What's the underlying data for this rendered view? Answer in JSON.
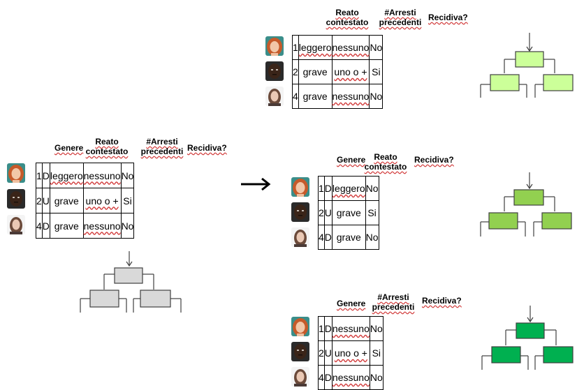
{
  "colors": {
    "tree_gray": "#d9d9d9",
    "tree_light_green": "#ccff99",
    "tree_mid_green": "#92d050",
    "tree_dark_green": "#00b050",
    "spell_underline": "#d23c3c"
  },
  "icons": [
    "face-red-hair-icon",
    "face-dark-skin-icon",
    "face-brown-hair-icon",
    "right-arrow-icon",
    "decision-tree-icon"
  ],
  "left": {
    "headers": {
      "genere": "Genere",
      "reato": "Reato contestato",
      "arresti": "#Arresti precedenti",
      "recidiva": "Recidiva?"
    },
    "rows": [
      {
        "id": "1",
        "genere": "D",
        "reato": "leggero",
        "arresti": "nessuno",
        "recidiva": "No"
      },
      {
        "id": "2",
        "genere": "U",
        "reato": "grave",
        "arresti": "uno o +",
        "recidiva": "Si"
      },
      {
        "id": "4",
        "genere": "D",
        "reato": "grave",
        "arresti": "nessuno",
        "recidiva": "No"
      }
    ]
  },
  "top": {
    "headers": {
      "reato": "Reato contestato",
      "arresti": "#Arresti precedenti",
      "recidiva": "Recidiva?"
    },
    "rows": [
      {
        "id": "1",
        "reato": "leggero",
        "arresti": "nessuno",
        "recidiva": "No"
      },
      {
        "id": "2",
        "reato": "grave",
        "arresti": "uno o +",
        "recidiva": "Si"
      },
      {
        "id": "4",
        "reato": "grave",
        "arresti": "nessuno",
        "recidiva": "No"
      }
    ]
  },
  "middle": {
    "headers": {
      "genere": "Genere",
      "reato": "Reato contestato",
      "recidiva": "Recidiva?"
    },
    "rows": [
      {
        "id": "1",
        "genere": "D",
        "reato": "leggero",
        "recidiva": "No"
      },
      {
        "id": "2",
        "genere": "U",
        "reato": "grave",
        "recidiva": "Si"
      },
      {
        "id": "4",
        "genere": "D",
        "reato": "grave",
        "recidiva": "No"
      }
    ]
  },
  "bottom": {
    "headers": {
      "genere": "Genere",
      "arresti": "#Arresti precedenti",
      "recidiva": "Recidiva?"
    },
    "rows": [
      {
        "id": "1",
        "genere": "D",
        "arresti": "nessuno",
        "recidiva": "No"
      },
      {
        "id": "2",
        "genere": "U",
        "arresti": "uno o +",
        "recidiva": "Si"
      },
      {
        "id": "4",
        "genere": "D",
        "arresti": "nessuno",
        "recidiva": "No"
      }
    ]
  }
}
